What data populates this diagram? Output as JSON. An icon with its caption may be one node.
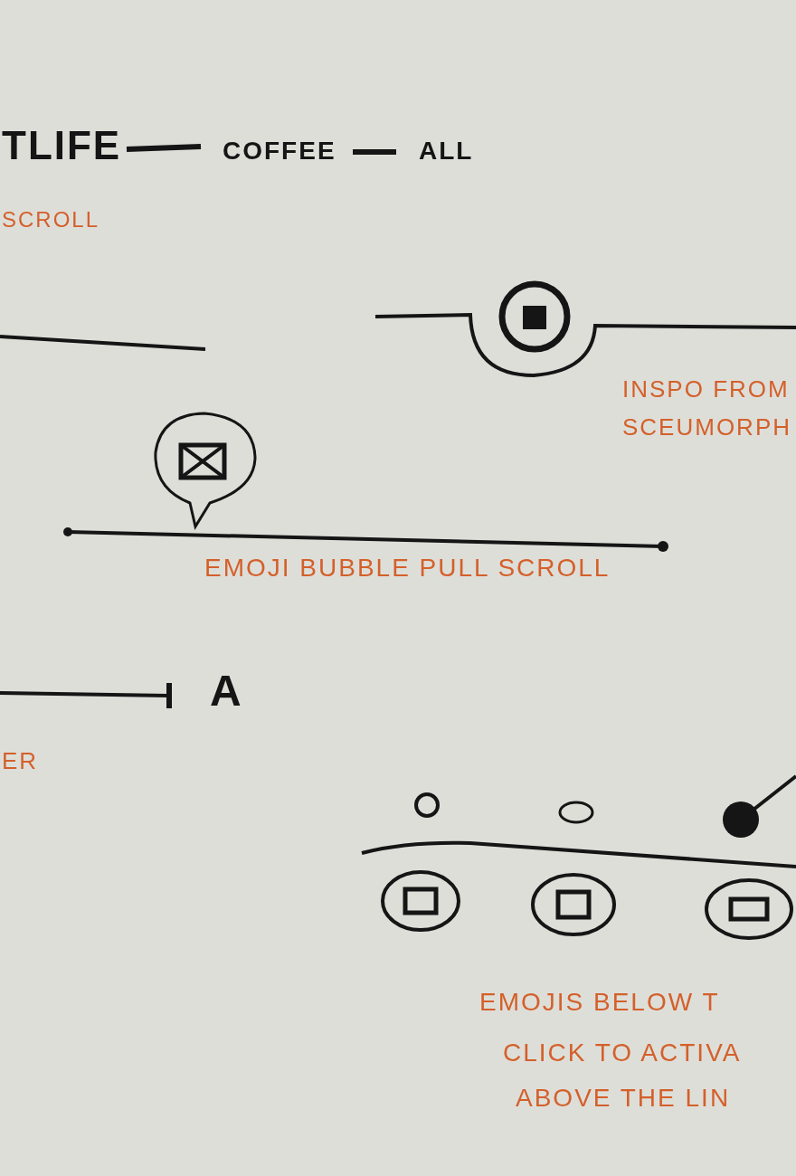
{
  "diagram": {
    "labels": [
      "TLIFE",
      "COFFEE",
      "ALL",
      "SCROLL",
      "INSPO FROM SCEUMORPH",
      "EMOJI BUBBLE PULL SCROLL",
      "A",
      "ER",
      "EMOJIS BELOW T",
      "CLICK TO ACTIVA",
      "ABOVE THE LIN"
    ]
  }
}
